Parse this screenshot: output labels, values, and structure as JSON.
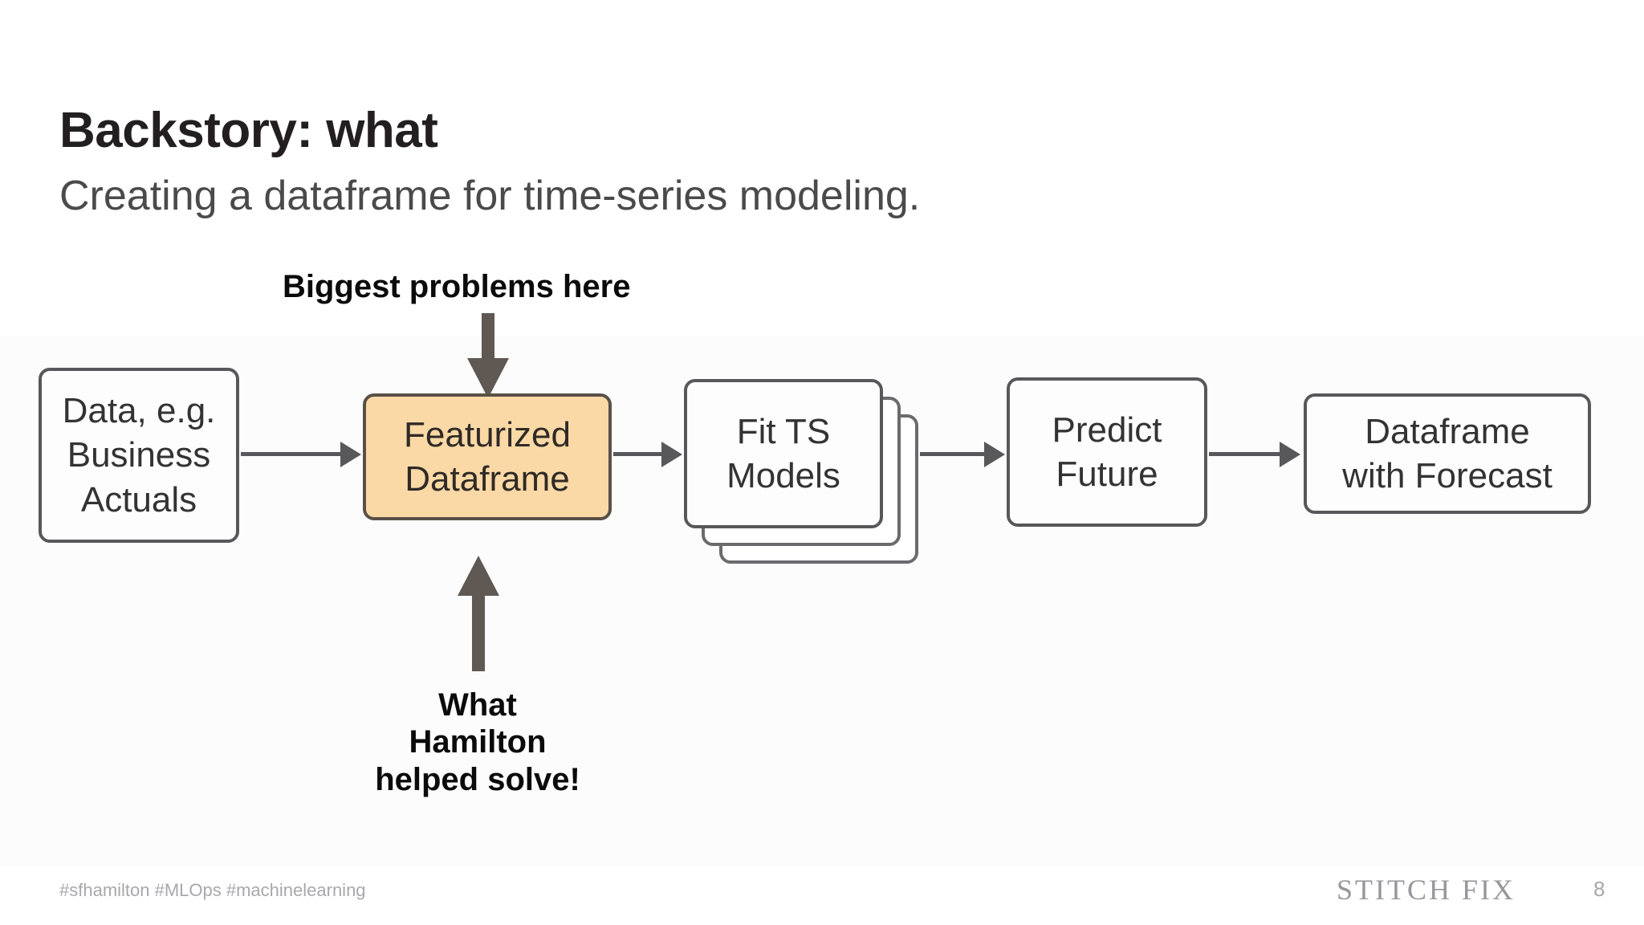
{
  "slide": {
    "title": "Backstory: what",
    "subtitle": "Creating a dataframe for time-series modeling.",
    "page_number": "8",
    "brand": "STITCH FIX",
    "footer_tags": "#sfhamilton #MLOps #machinelearning"
  },
  "annotations": {
    "top": "Biggest problems here",
    "bottom": "What\nHamilton\nhelped solve!"
  },
  "diagram": {
    "nodes": [
      {
        "id": "data-source",
        "label": "Data, e.g.\nBusiness\nActuals"
      },
      {
        "id": "featurized-df",
        "label": "Featurized\nDataframe"
      },
      {
        "id": "fit-ts-models",
        "label": "Fit TS\nModels"
      },
      {
        "id": "predict-future",
        "label": "Predict\nFuture"
      },
      {
        "id": "dataframe-forecast",
        "label": "Dataframe\nwith Forecast"
      }
    ],
    "edges": [
      {
        "from": "data-source",
        "to": "featurized-df"
      },
      {
        "from": "featurized-df",
        "to": "fit-ts-models"
      },
      {
        "from": "fit-ts-models",
        "to": "predict-future"
      },
      {
        "from": "predict-future",
        "to": "dataframe-forecast"
      }
    ]
  },
  "colors": {
    "highlight_fill": "#fad9a6",
    "node_border": "#58585b",
    "node_text": "#333333",
    "title_text": "#231f20",
    "subtitle_text": "#4a4a4a",
    "arrow": "#58585b",
    "annotation_arrow": "#5f5853",
    "footer_text": "#a8a8ad"
  }
}
